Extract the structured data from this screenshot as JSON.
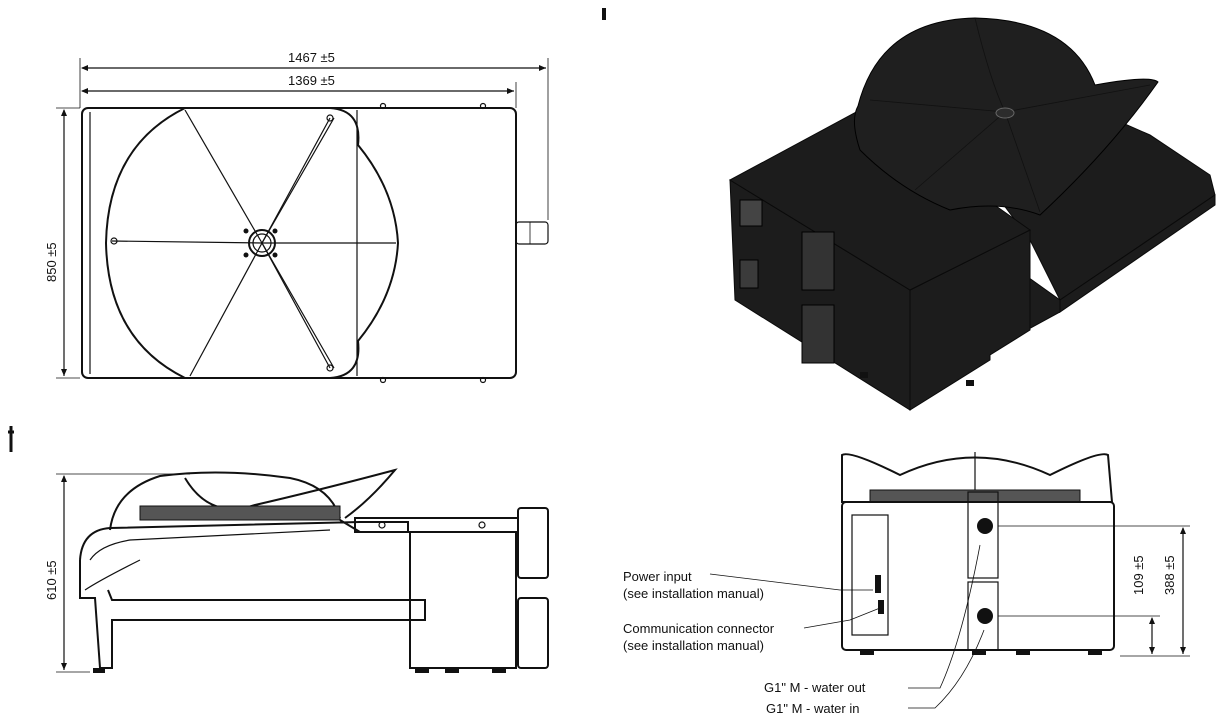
{
  "dimensions": {
    "top_view": {
      "overall_length": "1467 ±5",
      "platform_length": "1369 ±5",
      "width": "850 ±5"
    },
    "side_view": {
      "height": "610 ±5"
    },
    "front_view": {
      "connector_height_low": "109 ±5",
      "connector_height_high": "388 ±5"
    }
  },
  "callouts": {
    "power_input": [
      "Power input",
      "(see installation manual)"
    ],
    "communication_connector": [
      "Communication connector",
      "(see installation manual)"
    ],
    "water_out": "G1\" M - water out",
    "water_in": "G1\" M - water in"
  },
  "colors": {
    "line": "#111111",
    "render_body": "#1c1c1c"
  }
}
